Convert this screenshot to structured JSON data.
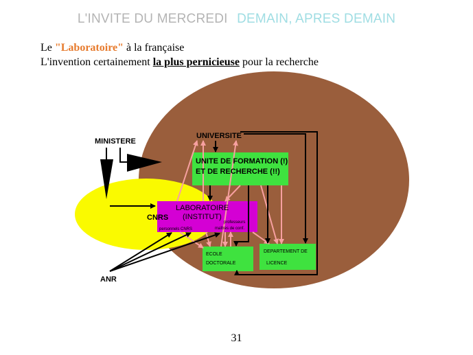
{
  "header": {
    "part1": "L'INVITE DU MERCREDI",
    "part2": "DEMAIN, APRES DEMAIN"
  },
  "subtitle": {
    "line1_prefix": "Le ",
    "line1_accent": "\"Laboratoire\"",
    "line1_suffix": " à la française",
    "line2_prefix": "L'invention certainement ",
    "line2_strong": "la plus pernicieuse",
    "line2_suffix": " pour la recherche"
  },
  "diagram": {
    "ministere": "MINISTERE",
    "universite": "UNIVERSITE",
    "ufr_line1": "UNITE DE FORMATION (!)",
    "ufr_line2": "ET DE RECHERCHE (!!)",
    "labo_line1": "LABORATOIRE",
    "labo_line2": "(INSTITUT)",
    "personnel_cnrs": "personnels CNRS",
    "professeurs_line1": "professeurs",
    "professeurs_line2": "maîtres de conf.",
    "cnrs": "CNRS",
    "ecole_line1": "ECOLE",
    "ecole_line2": "DOCTORALE",
    "dept_line1": "DEPARTEMENT DE",
    "dept_line2": "LICENCE",
    "anr": "ANR",
    "colors": {
      "university_oval": "#9a5e3c",
      "cnrs_oval": "#fafa00",
      "green_box": "#3fe23f",
      "labo_box": "#d400d4",
      "pink_arrow": "#f7a0a0"
    }
  },
  "page_number": "31"
}
